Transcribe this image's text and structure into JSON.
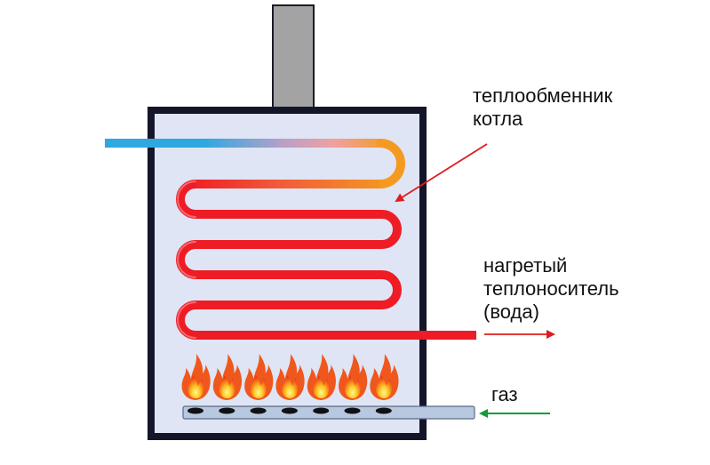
{
  "labels": {
    "heat_exchanger": [
      "теплообменник",
      "котла"
    ],
    "heated_coolant": [
      "нагретый",
      "теплоноситель",
      "(вода)"
    ],
    "gas": "газ"
  },
  "colors": {
    "chimney_fill": "#a3a3a3",
    "chimney_stroke": "#1a1a2a",
    "boiler_fill": "#dfe5f4",
    "boiler_frame": "#15152a",
    "cold_water": "#2fa8e0",
    "warm_pipe": "#f59a20",
    "hot_pipe": "#ee1c24",
    "arrow_red": "#e01c1c",
    "arrow_gas": "#139a3a",
    "gas_pipe_fill": "#b8c8e0",
    "burner": "#111111",
    "flame_outer": "#f0571c",
    "flame_inner": "#ffd028"
  },
  "flames": {
    "count": 7
  },
  "burners": {
    "count": 7
  },
  "icons": [
    "flame-icon",
    "burner-icon"
  ]
}
